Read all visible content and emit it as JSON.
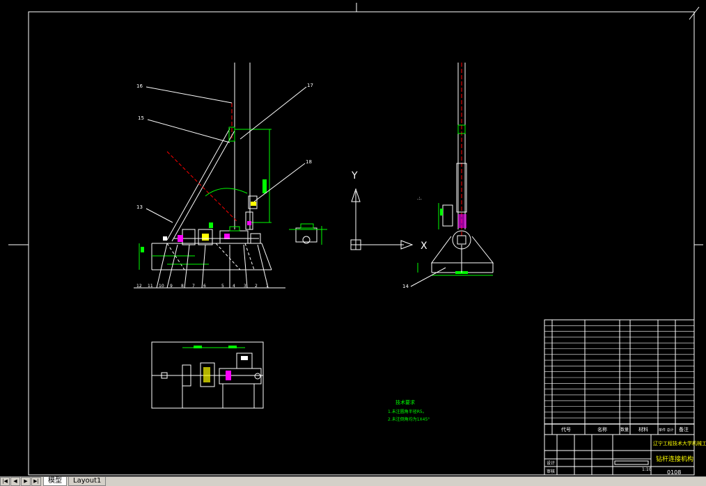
{
  "drawing": {
    "left_callouts": [
      "16",
      "15",
      "13",
      "17",
      "18",
      "12",
      "11",
      "10",
      "9",
      "8",
      "7",
      "6",
      "5",
      "4",
      "3",
      "2",
      "1"
    ],
    "right_callout": "14",
    "axis_y": "Y",
    "axis_x": "X",
    "tech_title": "技术要求",
    "tech_line1": "1.未注圆角半径R5。",
    "tech_line2": "2.未注倒角均为1X45°"
  },
  "title_block": {
    "col_code": "代号",
    "col_name": "名称",
    "col_qty": "数量",
    "col_mat": "材料",
    "col_weight": "单件 总计",
    "col_note": "备注",
    "school": "辽宁工程技术大学机械工程学院",
    "drawing_name": "钻杆连接机构",
    "scale": "1:10",
    "sheet": "0108",
    "row_designer": "设计",
    "row_check": "审核"
  },
  "tabs": {
    "model": "模型",
    "layout": "Layout1"
  }
}
